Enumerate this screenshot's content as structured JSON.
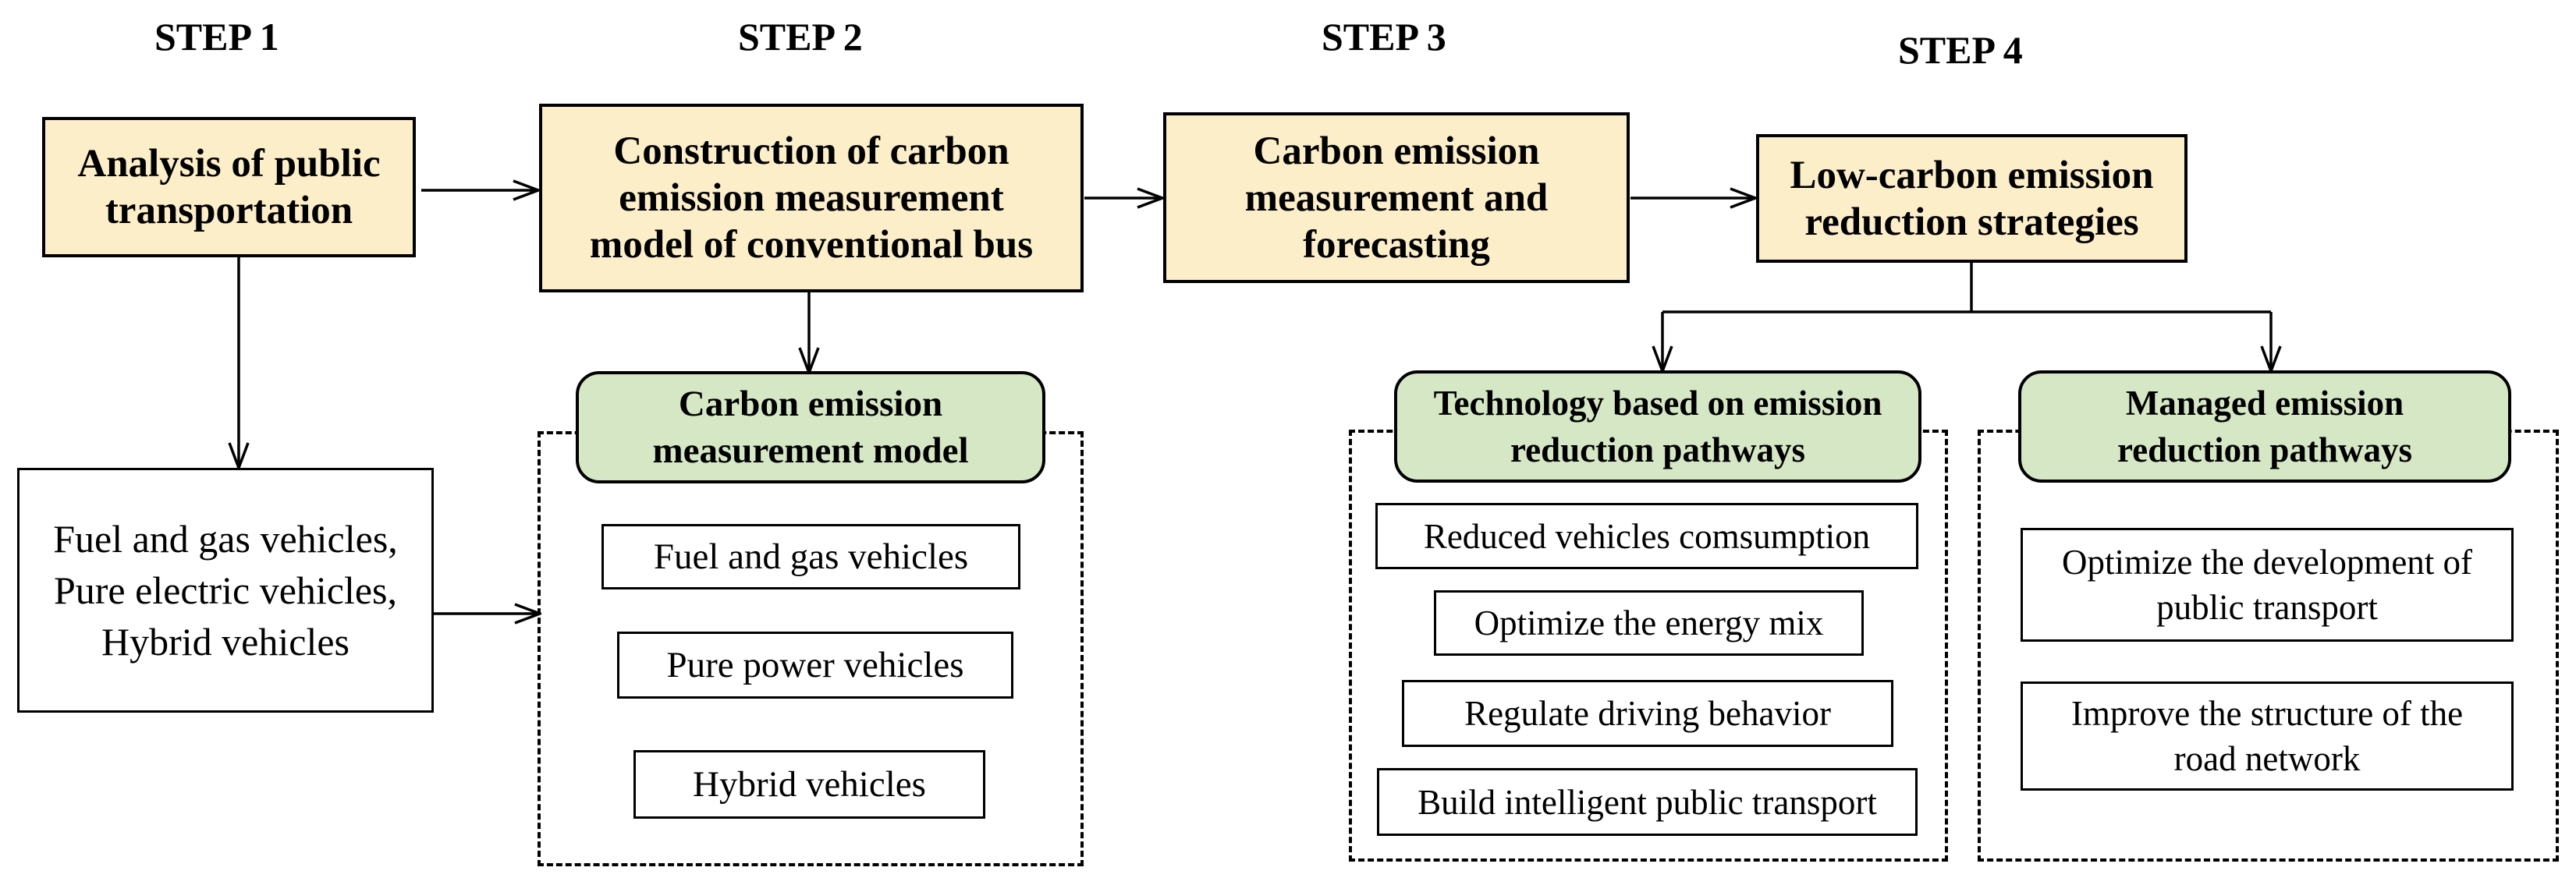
{
  "steps": [
    "STEP 1",
    "STEP 2",
    "STEP 3",
    "STEP 4"
  ],
  "step1": {
    "main": "Analysis of public transportation",
    "types": "Fuel and gas vehicles,\nPure electric vehicles,\nHybrid vehicles"
  },
  "step2": {
    "main": "Construction of carbon emission measurement model of conventional bus",
    "model": "Carbon emission measurement model",
    "items": [
      "Fuel and gas vehicles",
      "Pure power vehicles",
      "Hybrid vehicles"
    ]
  },
  "step3": {
    "main": "Carbon emission measurement and forecasting"
  },
  "step4": {
    "main": "Low-carbon emission reduction strategies",
    "technology": {
      "title": "Technology based on emission reduction pathways",
      "items": [
        "Reduced vehicles comsumption",
        "Optimize the energy mix",
        "Regulate driving behavior",
        "Build intelligent public transport"
      ]
    },
    "managed": {
      "title": "Managed emission reduction pathways",
      "items": [
        "Optimize the development of public transport",
        "Improve the structure of the road network"
      ]
    }
  },
  "colors": {
    "process_fill": "#fdeeca",
    "category_fill": "#d5e7c5",
    "stroke": "#000000"
  }
}
